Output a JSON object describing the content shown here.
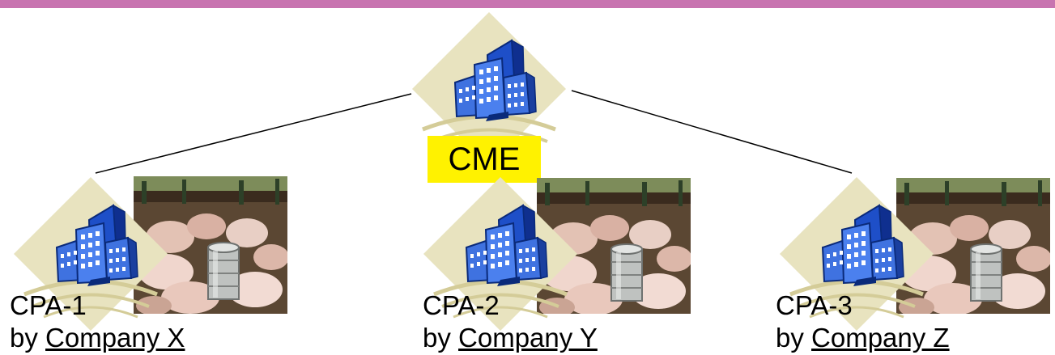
{
  "header": {
    "bar_color": "#c874b0"
  },
  "hub": {
    "label": "CME",
    "label_bg": "#fff200",
    "icon": "office-buildings-icon"
  },
  "nodes": [
    {
      "code": "CPA-1",
      "by": "by",
      "company": "Company X",
      "icon": "office-buildings-icon",
      "photo": "livestock-photo"
    },
    {
      "code": "CPA-2",
      "by": "by",
      "company": "Company Y",
      "icon": "office-buildings-icon",
      "photo": "livestock-photo"
    },
    {
      "code": "CPA-3",
      "by": "by",
      "company": "Company Z",
      "icon": "office-buildings-icon",
      "photo": "livestock-photo"
    }
  ]
}
